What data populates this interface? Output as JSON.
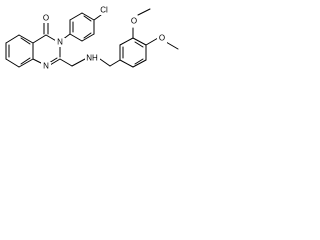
{
  "molecule": {
    "atom_labels": {
      "oxygen_carbonyl": "O",
      "nitrogen_ring_3": "N",
      "nitrogen_ring_1": "N",
      "chlorine": "Cl",
      "amine_nh": "NH",
      "methoxy_oxygen_1": "O",
      "methoxy_oxygen_2": "O"
    },
    "colors": {
      "bond": "#000000",
      "label": "#000000",
      "background": "#ffffff"
    }
  }
}
